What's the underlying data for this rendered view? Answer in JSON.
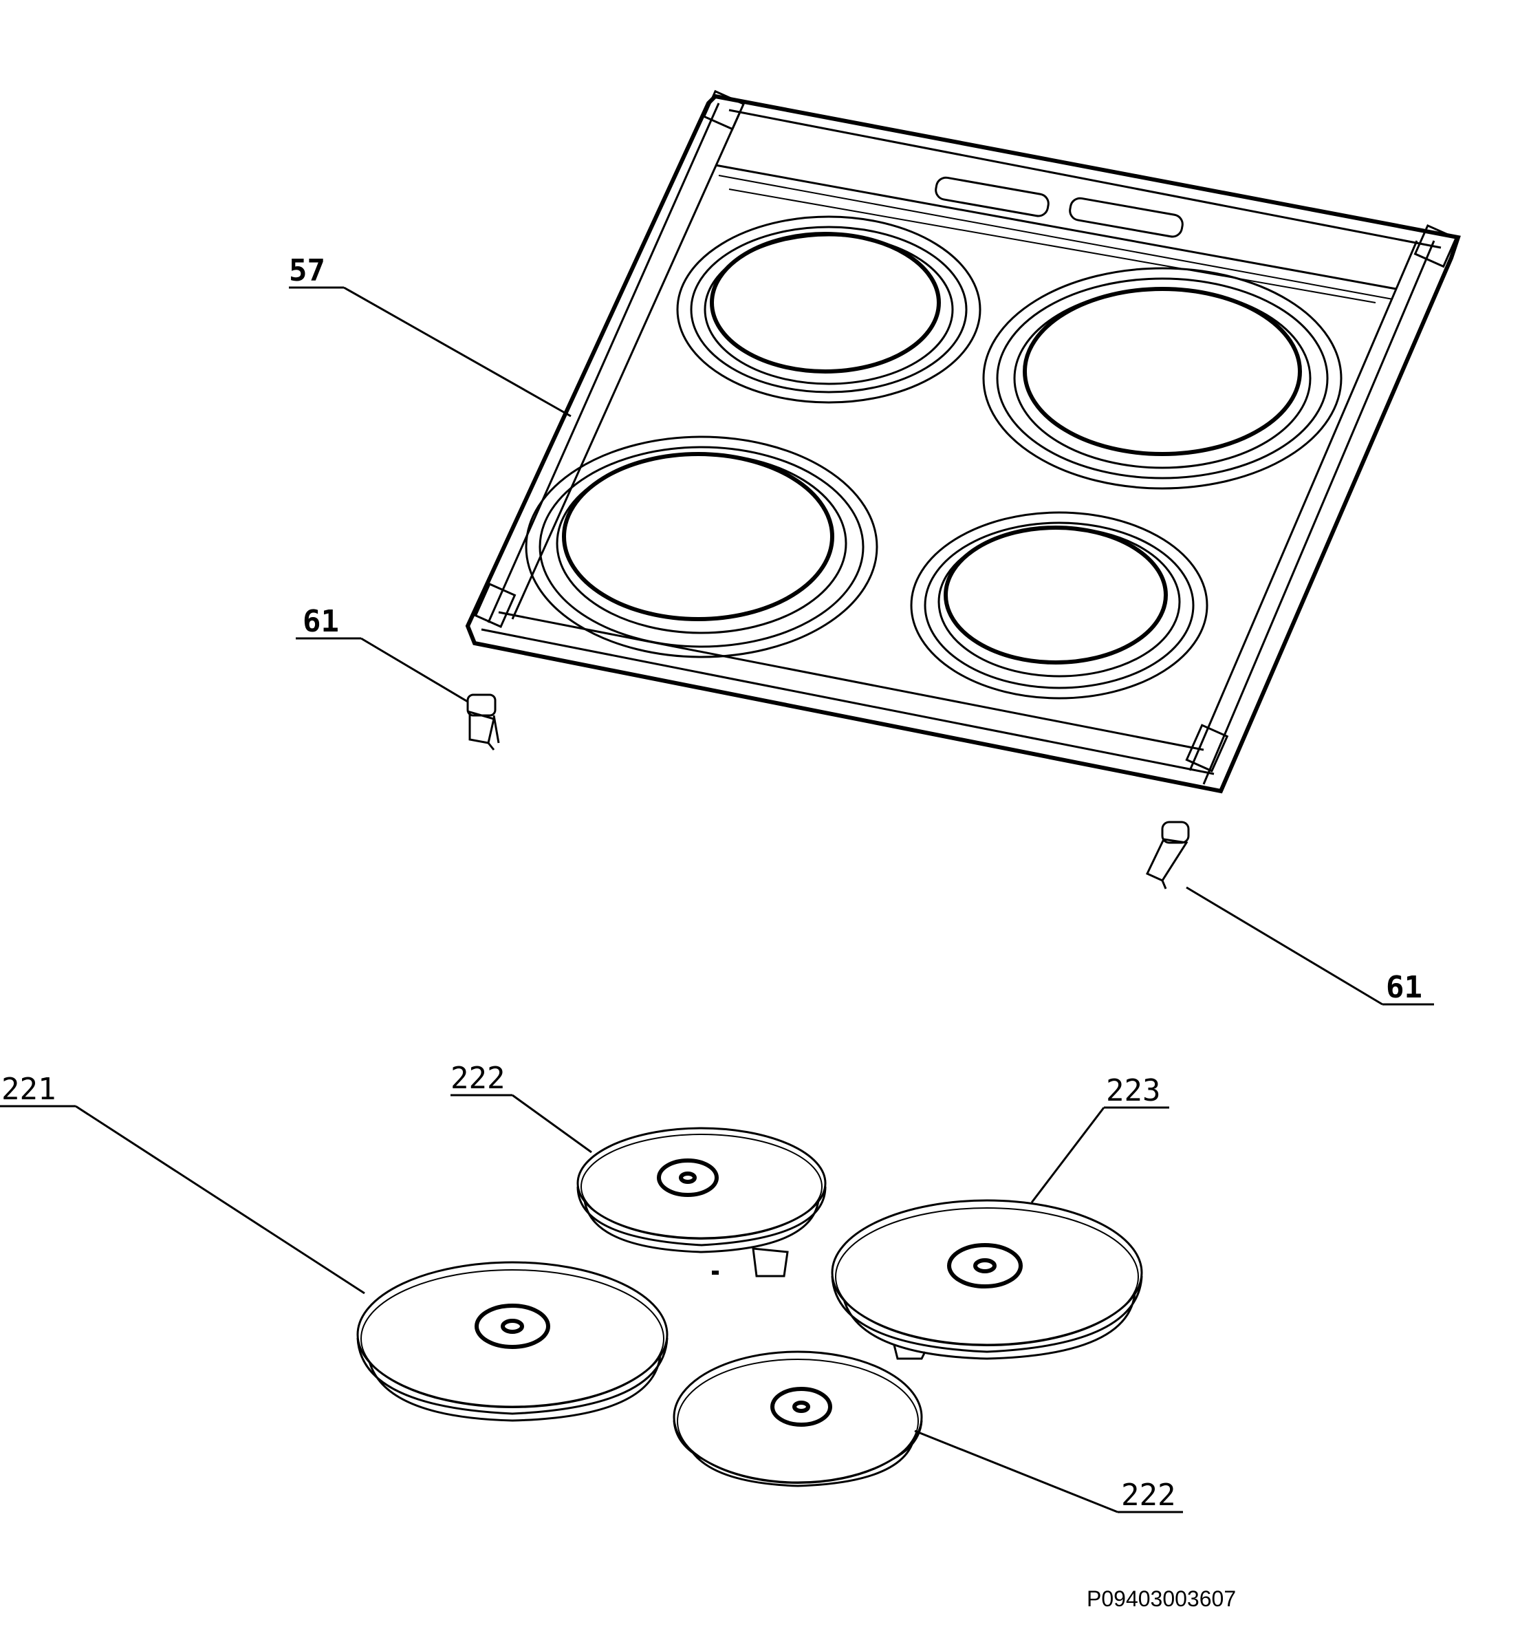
{
  "labels": {
    "hob_frame": "57",
    "clip_left": "61",
    "clip_right": "61",
    "plate_221": "221",
    "plate_222_top": "222",
    "plate_223": "223",
    "plate_222_bottom": "222"
  },
  "drawing_code": "P09403003607"
}
